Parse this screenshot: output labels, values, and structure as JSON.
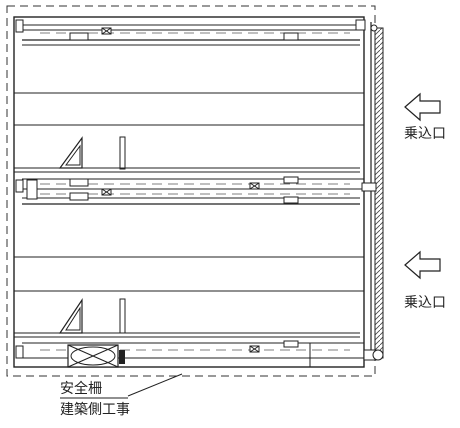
{
  "labels": {
    "entrance_upper": "乗込口",
    "entrance_lower": "乗込口"
  },
  "note": {
    "line1": "安全柵",
    "line2": "建築側工事"
  },
  "icons": [
    "arrow-left-icon",
    "arrow-left-icon",
    "x-box-icon"
  ],
  "colors": {
    "line": "#222222",
    "background": "#ffffff",
    "hatch": "#444444"
  }
}
